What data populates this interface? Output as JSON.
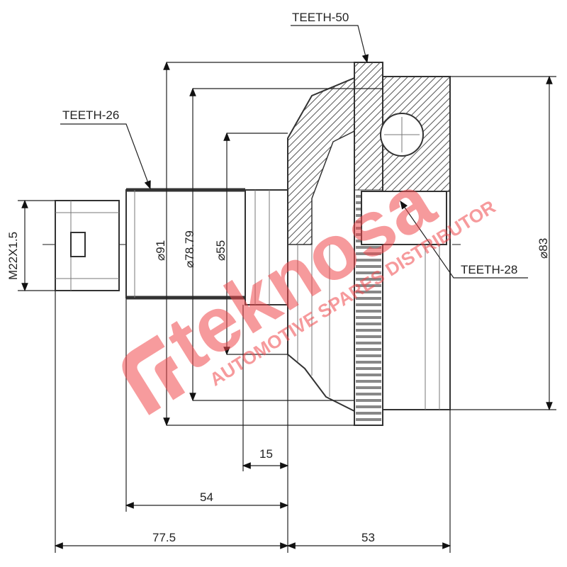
{
  "labels": {
    "teeth_50": "TEETH-50",
    "teeth_26": "TEETH-26",
    "teeth_28": "TEETH-28",
    "thread": "M22X1.5",
    "dia_91": "⌀91",
    "dia_78_79": "⌀78.79",
    "dia_55": "⌀55",
    "dia_83": "⌀83",
    "len_15": "15",
    "len_54": "54",
    "len_77_5": "77.5",
    "len_53": "53"
  },
  "watermark": {
    "brand": "teknosa",
    "tagline": "AUTOMOTIVE SPARES DISTRIBUTOR",
    "color": "#f0484d"
  }
}
